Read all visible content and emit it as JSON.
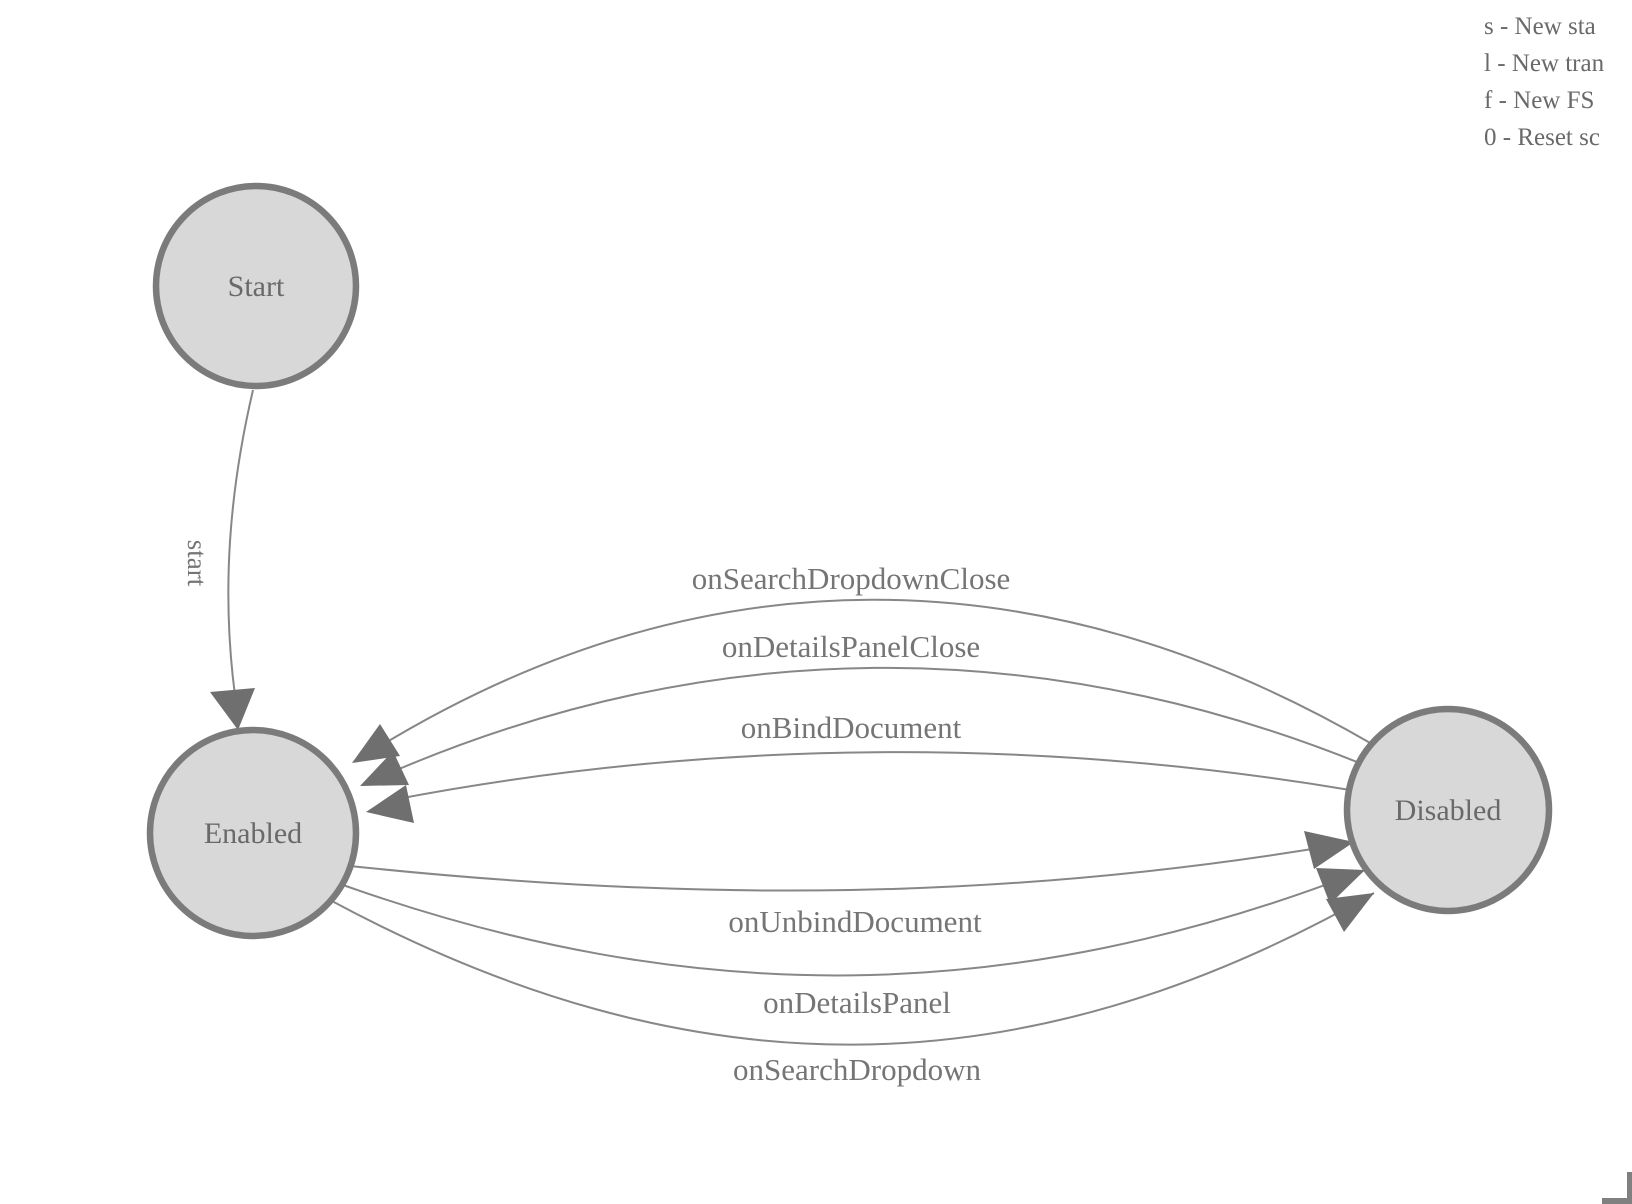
{
  "diagram": {
    "title": "finite-state-machine",
    "states": [
      {
        "id": "start",
        "label": "Start"
      },
      {
        "id": "enabled",
        "label": "Enabled"
      },
      {
        "id": "disabled",
        "label": "Disabled"
      }
    ],
    "transitions": [
      {
        "label": "start",
        "from": "Start",
        "to": "Enabled"
      },
      {
        "label": "onSearchDropdownClose",
        "from": "Disabled",
        "to": "Enabled"
      },
      {
        "label": "onDetailsPanelClose",
        "from": "Disabled",
        "to": "Enabled"
      },
      {
        "label": "onBindDocument",
        "from": "Disabled",
        "to": "Enabled"
      },
      {
        "label": "onUnbindDocument",
        "from": "Enabled",
        "to": "Disabled"
      },
      {
        "label": "onDetailsPanel",
        "from": "Enabled",
        "to": "Disabled"
      },
      {
        "label": "onSearchDropdown",
        "from": "Enabled",
        "to": "Disabled"
      }
    ]
  },
  "legend": {
    "lines": [
      "s - New sta",
      "l - New tran",
      "f - New FS",
      "0 - Reset sc"
    ]
  },
  "colors": {
    "background": "#ffffff",
    "state_fill": "#d8d8d8",
    "state_stroke": "#7b7b7b",
    "edge_stroke": "#878787",
    "arrowhead_fill": "#6f6f6f",
    "label_text": "#757575",
    "node_text": "#696969",
    "legend_text": "#696969",
    "corner_mark": "#808080"
  }
}
